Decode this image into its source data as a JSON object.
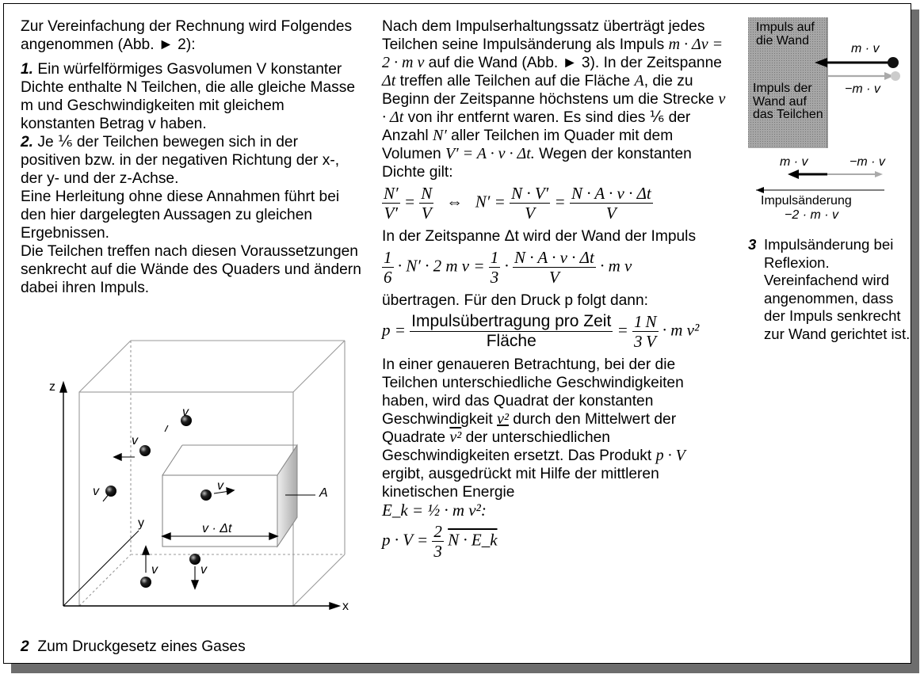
{
  "col1": {
    "intro": "Zur Vereinfachung der Rechnung wird Folgendes angenommen (Abb. ► 2):",
    "item1_num": "1.",
    "item1_text": "Ein würfelförmiges Gasvolumen V konstanter Dichte enthalte N Teilchen, die alle gleiche Masse m und Geschwindigkeiten mit gleichem konstanten Betrag v haben.",
    "item2_num": "2.",
    "item2_text": "Je ⅙ der Teilchen bewegen sich in der positiven bzw. in der negativen Richtung der x-, der y- und der z-Achse.",
    "para1": "Eine Herleitung ohne diese Annahmen führt bei den hier dargelegten Aussagen zu gleichen Ergebnissen.",
    "para2": "Die Teilchen treffen nach diesen Voraussetzungen senkrecht auf die Wände des Quaders und ändern dabei ihren Impuls."
  },
  "col2": {
    "p1": "Nach dem Impulserhaltungssatz überträgt jedes Teilchen seine Impulsänderung als Impuls",
    "p1_eq": "m · Δv = 2 · m v",
    "p1b": "auf die Wand (Abb. ► 3). In der Zeitspanne",
    "dt": "Δt",
    "p1c": "treffen alle Teilchen auf die Fläche",
    "A": "A",
    "p1d": ", die zu Beginn der Zeitspanne höchstens um die Strecke",
    "vdt": "v · Δt",
    "p1e": "von ihr entfernt waren. Es sind dies ⅙ der Anzahl",
    "Nprime": "N′",
    "p1f": "aller Teilchen im Quader mit dem Volumen",
    "Vprime_eq": "V′ = A · v · Δt.",
    "p1g": "Wegen der konstanten Dichte gilt:",
    "eq1": {
      "f1n": "N′",
      "f1d": "V′",
      "eqs": "=",
      "f2n": "N",
      "f2d": "V",
      "iff": "⇔",
      "lhs": "N′ =",
      "f3n": "N · V′",
      "f3d": "V",
      "f4n": "N · A · v · Δt",
      "f4d": "V"
    },
    "p2": "In der Zeitspanne Δt wird der Wand der Impuls",
    "eq2": {
      "f1n": "1",
      "f1d": "6",
      "mid": "· N′ · 2 m v =",
      "f2n": "1",
      "f2d": "3",
      "dot": "·",
      "f3n": "N · A · v · Δt",
      "f3d": "V",
      "tail": "· m v"
    },
    "p3": "übertragen. Für den Druck p folgt dann:",
    "eq3": {
      "lhs": "p =",
      "f1n": "Impulsübertragung pro Zeit",
      "f1d": "Fläche",
      "eqs": "=",
      "f2n": "1",
      "f2d": "3",
      "f3n": "N",
      "f3d": "V",
      "tail": "· m v²"
    },
    "p4a": "In einer genaueren Betrachtung, bei der die Teilchen unterschiedliche Geschwindigkeiten haben, wird das Quadrat der konstanten Geschwindigkeit",
    "v2": "v²",
    "p4b": "durch den Mittelwert der Quadrate",
    "p4c": "der unterschiedlichen Geschwindigkeiten ersetzt. Das Produkt",
    "pV": "p · V",
    "p4d": "ergibt, ausgedrückt mit Hilfe der mittleren kinetischen Energie",
    "ek_def": "E_k = ½ · m v²:",
    "eq4": {
      "lhs": "p · V =",
      "f1n": "2",
      "f1d": "3",
      "tail": "N · E_k"
    }
  },
  "figure2": {
    "caption_num": "2",
    "caption": "Zum Druckgesetz eines Gases",
    "axis_z": "z",
    "axis_y": "y",
    "axis_x": "x",
    "label_v": "v",
    "label_A": "A",
    "label_vdt": "v · Δt"
  },
  "figure3": {
    "wall_label_top": "Impuls auf die Wand",
    "wall_label_bottom": "Impuls der Wand auf das Teilchen",
    "mv": "m · v",
    "neg_mv": "−m · v",
    "change_label": "Impulsänderung",
    "change_value": "−2 · m · v",
    "caption_num": "3",
    "caption": "Impulsänderung bei Reflexion. Vereinfachend wird angenommen, dass der Impuls senkrecht zur Wand gerichtet ist."
  },
  "colors": {
    "wall": "#9a9a9a",
    "shadow": "#6d6d6d",
    "ball": "#111111"
  }
}
